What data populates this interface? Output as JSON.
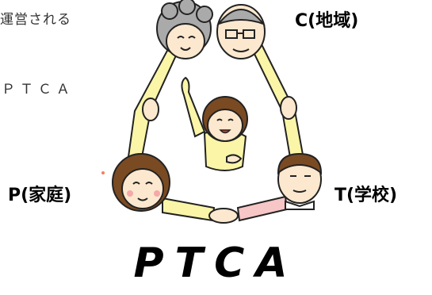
{
  "text_fragments": {
    "top": "運営される",
    "middle": "ＰＴＣＡ"
  },
  "labels": {
    "community": "C(地域)",
    "parent": "P(家庭)",
    "teacher": "T(学校)"
  },
  "title": "PTCA",
  "colors": {
    "skin": "#fce8cf",
    "hair_brown": "#7a4a22",
    "hair_gray": "#aaaaaa",
    "shirt_yellow": "#fbf5a8",
    "sleeve_pink": "#f7c6c6",
    "outline": "#222222"
  }
}
